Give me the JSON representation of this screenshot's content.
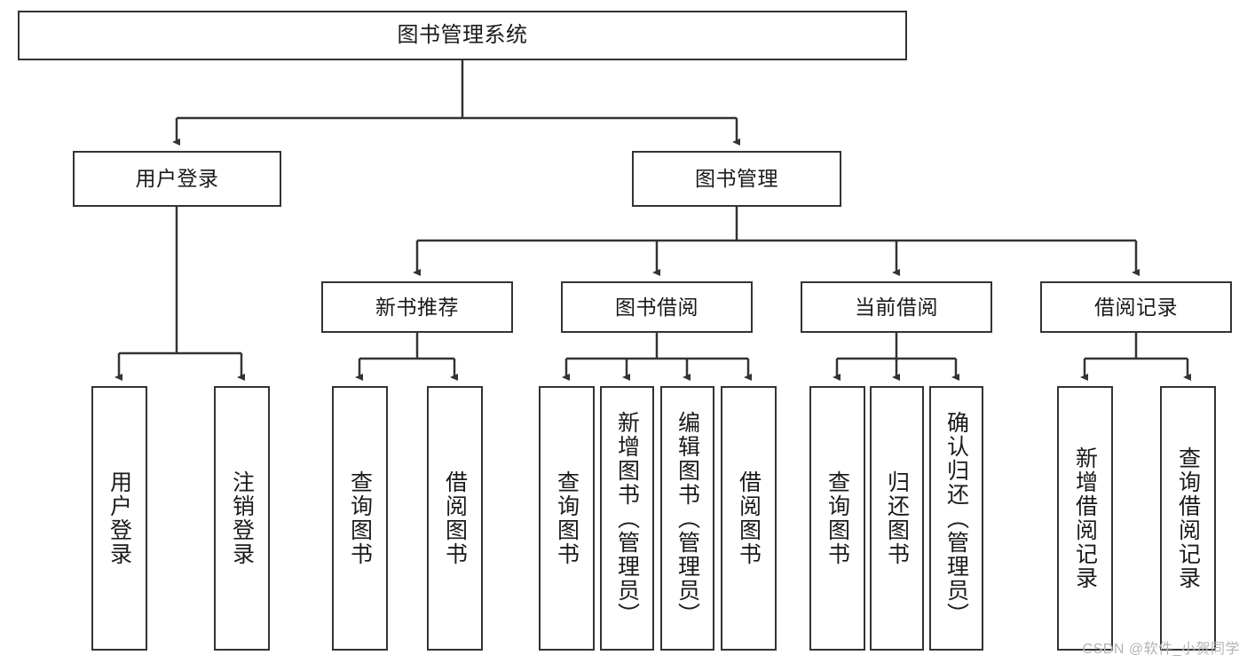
{
  "diagram": {
    "type": "tree",
    "title": "图书管理系统",
    "watermark": "CSDN @软件_小贺同学",
    "colors": {
      "stroke": "#333333",
      "fill": "#ffffff",
      "text": "#1a1a1a",
      "watermark": "#b3b3b3"
    },
    "nodes": {
      "root": {
        "label": "图书管理系统"
      },
      "level2": [
        {
          "id": "user-login",
          "label": "用户登录"
        },
        {
          "id": "book-manage",
          "label": "图书管理"
        }
      ],
      "level3": [
        {
          "id": "new-book-recommend",
          "label": "新书推荐"
        },
        {
          "id": "book-borrow",
          "label": "图书借阅"
        },
        {
          "id": "current-borrow",
          "label": "当前借阅"
        },
        {
          "id": "borrow-record",
          "label": "借阅记录"
        }
      ],
      "leaves": {
        "user-login": [
          {
            "id": "leaf-user-login",
            "label": "用户登录"
          },
          {
            "id": "leaf-logout",
            "label": "注销登录"
          }
        ],
        "new-book-recommend": [
          {
            "id": "leaf-query-book-1",
            "label": "查询图书"
          },
          {
            "id": "leaf-borrow-book-1",
            "label": "借阅图书"
          }
        ],
        "book-borrow": [
          {
            "id": "leaf-query-book-2",
            "label": "查询图书"
          },
          {
            "id": "leaf-add-book",
            "label": "新增图书（管理员）"
          },
          {
            "id": "leaf-edit-book",
            "label": "编辑图书（管理员）"
          },
          {
            "id": "leaf-borrow-book-2",
            "label": "借阅图书"
          }
        ],
        "current-borrow": [
          {
            "id": "leaf-query-book-3",
            "label": "查询图书"
          },
          {
            "id": "leaf-return-book",
            "label": "归还图书"
          },
          {
            "id": "leaf-confirm-return",
            "label": "确认归还（管理员）"
          }
        ],
        "borrow-record": [
          {
            "id": "leaf-add-record",
            "label": "新增借阅记录"
          },
          {
            "id": "leaf-query-record",
            "label": "查询借阅记录"
          }
        ]
      }
    }
  }
}
